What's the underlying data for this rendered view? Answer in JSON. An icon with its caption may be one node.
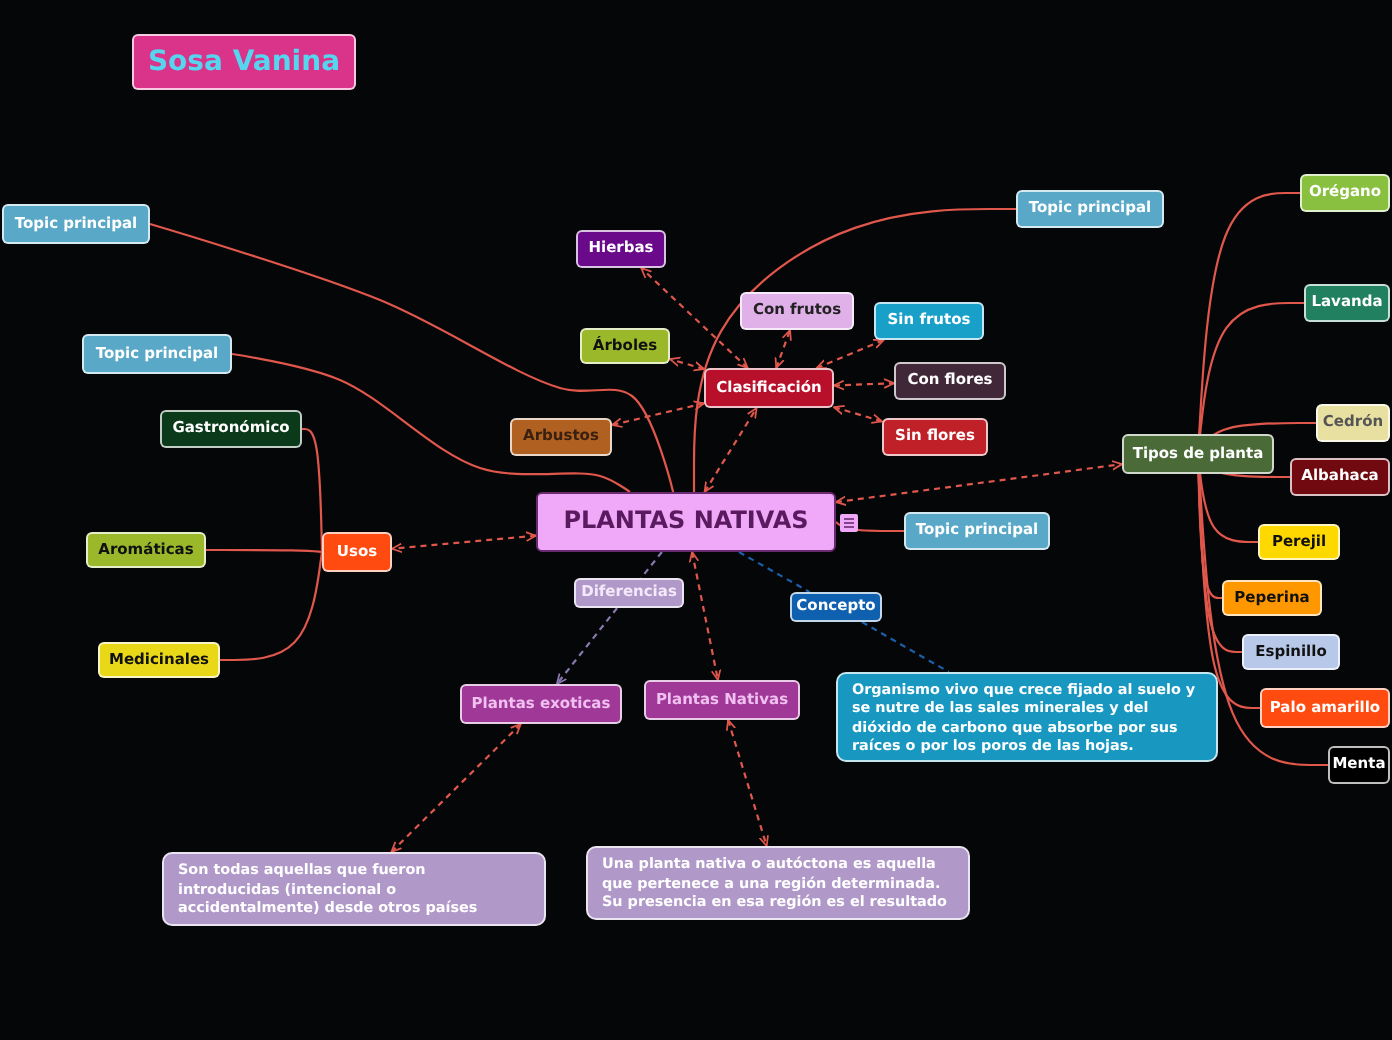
{
  "diagram": {
    "nodes": [
      {
        "text": [
          "Sosa Vanina"
        ]
      },
      {
        "text": [
          "PLANTAS NATIVAS"
        ]
      },
      {
        "text": [
          "Clasificación"
        ]
      },
      {
        "text": [
          "Hierbas"
        ]
      },
      {
        "text": [
          "Árboles"
        ]
      },
      {
        "text": [
          "Arbustos"
        ]
      },
      {
        "text": [
          "Con frutos"
        ]
      },
      {
        "text": [
          "Sin frutos"
        ]
      },
      {
        "text": [
          "Con flores"
        ]
      },
      {
        "text": [
          "Sin flores"
        ]
      },
      {
        "text": [
          "Topic principal"
        ]
      },
      {
        "text": [
          "Topic principal"
        ]
      },
      {
        "text": [
          "Topic principal"
        ]
      },
      {
        "text": [
          "Usos"
        ]
      },
      {
        "text": [
          "Gastronómico"
        ]
      },
      {
        "text": [
          "Aromáticas"
        ]
      },
      {
        "text": [
          "Medicinales"
        ]
      },
      {
        "text": [
          "Tipos de planta"
        ]
      },
      {
        "text": [
          "Orégano"
        ]
      },
      {
        "text": [
          "Lavanda"
        ]
      },
      {
        "text": [
          "Cedrón"
        ]
      },
      {
        "text": [
          "Albahaca"
        ]
      },
      {
        "text": [
          "Perejil"
        ]
      },
      {
        "text": [
          "Peperina"
        ]
      },
      {
        "text": [
          "Espinillo"
        ]
      },
      {
        "text": [
          "Palo amarillo"
        ]
      },
      {
        "text": [
          "Menta"
        ]
      },
      {
        "text": [
          "Topic principal"
        ]
      },
      {
        "text": [
          "Diferencias"
        ]
      },
      {
        "text": [
          "Concepto"
        ]
      },
      {
        "text": [
          "Plantas exoticas"
        ]
      },
      {
        "text": [
          "Plantas Nativas"
        ]
      },
      {
        "text": [
          "Organismo vivo que crece  fijado al suelo y se nutre de las sales minerales y del dióxido de carbono que absorbe por sus raíces o por los poros de las hojas."
        ]
      },
      {
        "text": [
          "Son todas aquellas que fueron introducidas (intencional o accidentalmente) desde otros países"
        ]
      },
      {
        "text": [
          "Una planta nativa o autóctona es aquella que pertenece a una región determinada. Su presencia en esa región es el resultado"
        ]
      }
    ],
    "edges": [
      {
        "from": 1,
        "to": 2,
        "arrow": "both",
        "style": "dashed"
      },
      {
        "from": 2,
        "to": 3,
        "arrow": "both",
        "style": "dashed"
      },
      {
        "from": 2,
        "to": 4,
        "arrow": "both",
        "style": "dashed"
      },
      {
        "from": 2,
        "to": 5,
        "arrow": "both",
        "style": "dashed"
      },
      {
        "from": 2,
        "to": 6,
        "arrow": "both",
        "style": "dashed"
      },
      {
        "from": 2,
        "to": 7,
        "arrow": "both",
        "style": "dashed"
      },
      {
        "from": 2,
        "to": 8,
        "arrow": "both",
        "style": "dashed"
      },
      {
        "from": 2,
        "to": 9,
        "arrow": "both",
        "style": "dashed"
      },
      {
        "from": 1,
        "to": 10,
        "arrow": "none"
      },
      {
        "from": 1,
        "to": 11,
        "arrow": "none"
      },
      {
        "from": 1,
        "to": 12,
        "arrow": "none"
      },
      {
        "from": 1,
        "to": 27,
        "arrow": "none"
      },
      {
        "from": 1,
        "to": 13,
        "arrow": "both",
        "style": "dashed"
      },
      {
        "from": 13,
        "to": 14,
        "arrow": "none"
      },
      {
        "from": 13,
        "to": 15,
        "arrow": "none"
      },
      {
        "from": 13,
        "to": 16,
        "arrow": "none"
      },
      {
        "from": 1,
        "to": 17,
        "arrow": "both",
        "style": "dashed"
      },
      {
        "from": 17,
        "to": 18,
        "arrow": "none"
      },
      {
        "from": 17,
        "to": 19,
        "arrow": "none"
      },
      {
        "from": 17,
        "to": 20,
        "arrow": "none"
      },
      {
        "from": 17,
        "to": 21,
        "arrow": "none"
      },
      {
        "from": 17,
        "to": 22,
        "arrow": "none"
      },
      {
        "from": 17,
        "to": 23,
        "arrow": "none"
      },
      {
        "from": 17,
        "to": 24,
        "arrow": "none"
      },
      {
        "from": 17,
        "to": 25,
        "arrow": "none"
      },
      {
        "from": 17,
        "to": 26,
        "arrow": "none"
      },
      {
        "from": 1,
        "to": 28,
        "arrow": "none",
        "style": "dashed",
        "color": "#8a78b0"
      },
      {
        "from": 28,
        "to": 30,
        "arrow": "to",
        "style": "dashed",
        "color": "#8a78b0"
      },
      {
        "from": 1,
        "to": 31,
        "arrow": "both",
        "style": "dashed"
      },
      {
        "from": 1,
        "to": 29,
        "arrow": "none",
        "style": "dashed",
        "color": "#1a5fa8"
      },
      {
        "from": 29,
        "to": 32,
        "arrow": "none",
        "style": "dashed",
        "color": "#1a5fa8"
      },
      {
        "from": 30,
        "to": 33,
        "arrow": "both",
        "style": "dashed"
      },
      {
        "from": 31,
        "to": 34,
        "arrow": "both",
        "style": "dashed"
      }
    ]
  }
}
